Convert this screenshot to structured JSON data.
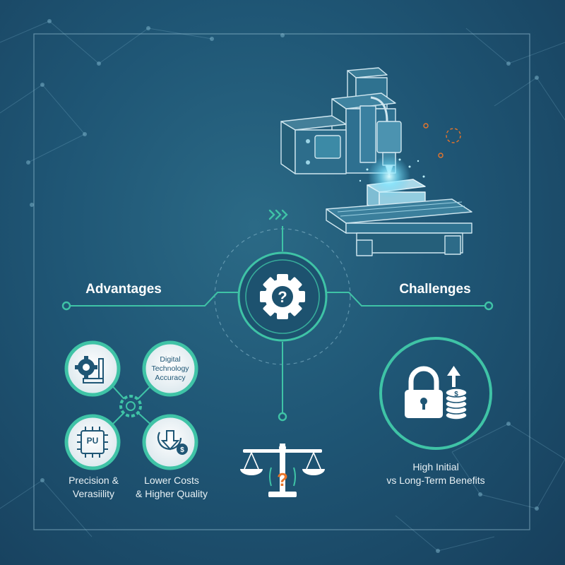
{
  "headings": {
    "advantages": "Advantages",
    "challenges": "Challenges"
  },
  "advantages": {
    "badge_digital": {
      "line1": "Digital",
      "line2": "Technology",
      "line3": "Accuracy"
    },
    "badge_cpu": {
      "text": "PU"
    },
    "caption_precision": {
      "line1": "Precision &",
      "line2": "Verasiility"
    },
    "caption_costs": {
      "line1": "Lower Costs",
      "line2": "& Higher Quality"
    }
  },
  "challenges": {
    "caption": {
      "line1": "High Initial",
      "line2": "vs Long-Term Benefits"
    }
  },
  "icons": {
    "hub": "gear-question-icon",
    "machine": "cnc-machine-icon",
    "scale": "balance-scale-question-icon",
    "lock": "padlock-icon",
    "coins": "coin-stack-icon",
    "arrow": "chevron-right-icon"
  },
  "colors": {
    "accent": "#3fc3a6",
    "background": "#1f5675",
    "question_orange": "#e8752a",
    "icon_white": "#eef3f6"
  }
}
